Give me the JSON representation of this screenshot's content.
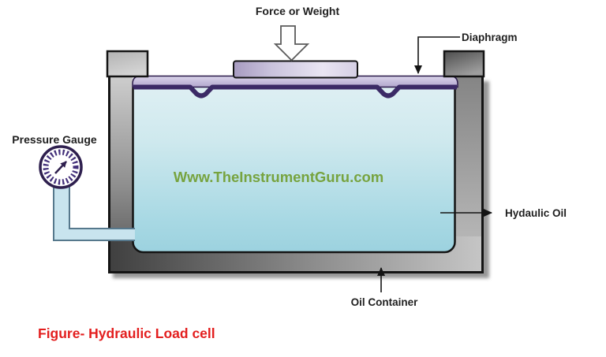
{
  "figure": {
    "title": "Figure- Hydraulic Load cell",
    "watermark": "Www.TheInstrumentGuru.com"
  },
  "labels": {
    "force": "Force or Weight",
    "diaphragm": "Diaphragm",
    "pressure_gauge": "Pressure Gauge",
    "hydraulic_oil": "Hydaulic Oil",
    "oil_container": "Oil Container"
  },
  "icons": {
    "force_arrow": "block-down-arrow",
    "pressure_gauge_dial": "circular-dial-gauge-with-needle",
    "leader_arrows": "solid-black-arrowhead"
  },
  "colors": {
    "caption_red": "#e31e1e",
    "watermark_green": "#77a33f",
    "label_black": "#1f1f1f",
    "oil_top": "#e0f0f4",
    "oil_bottom": "#9cd2df",
    "diaphragm_band": "#c3b9d8",
    "diaphragm_line": "#3b2a66",
    "plate_purple": "#cfc8e0",
    "wall_light": "#cdcdcd",
    "wall_dark": "#3f3f3f",
    "pipe_blue": "#c8e4ee",
    "gauge_purple": "#2e1f4e"
  }
}
